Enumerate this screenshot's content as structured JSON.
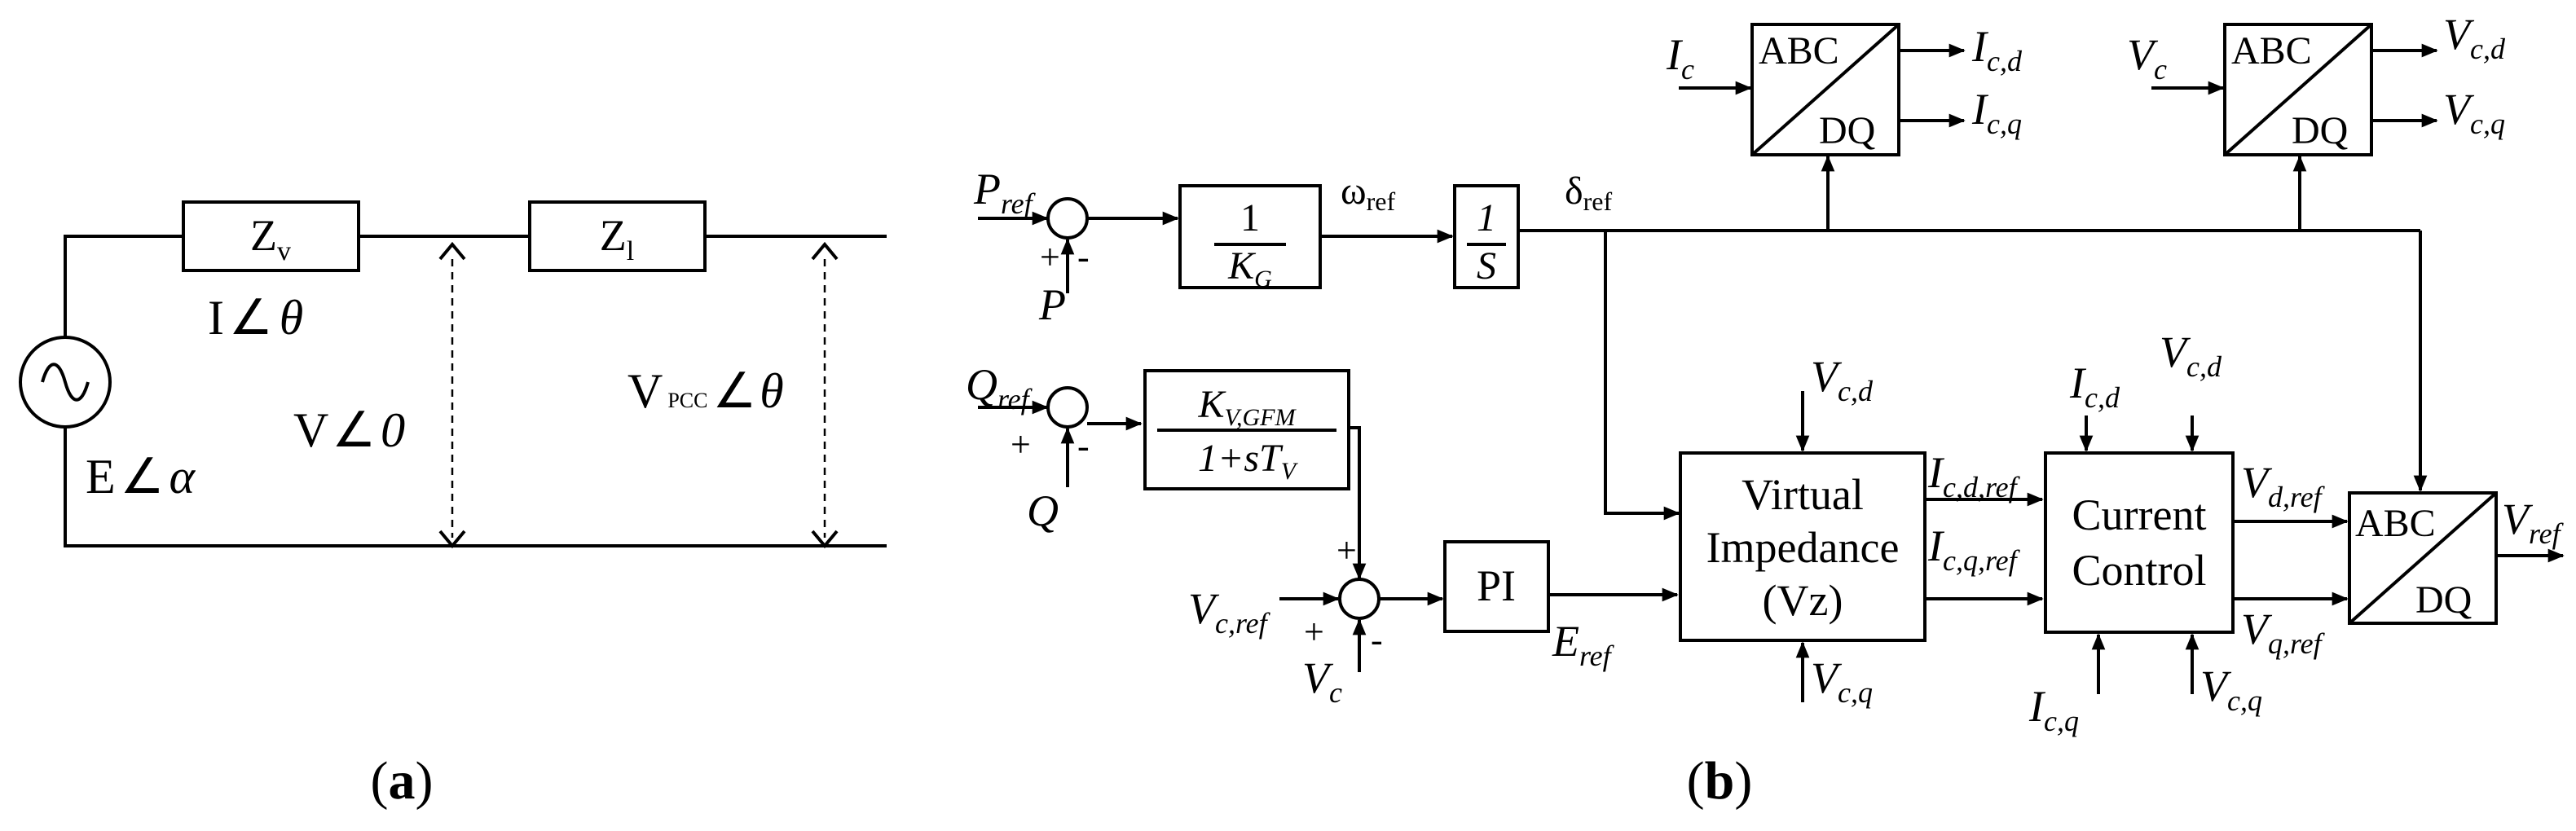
{
  "panel_a": {
    "zv": {
      "main": "Z",
      "sub": "v"
    },
    "zl": {
      "main": "Z",
      "sub": "l"
    },
    "current": {
      "main": "I",
      "angle": "θ"
    },
    "voltage": {
      "main": "V",
      "angle": "0"
    },
    "vpcc": {
      "main": "V",
      "sub": "PCC",
      "angle": "θ"
    },
    "source": {
      "main": "E",
      "angle": "α"
    },
    "angle_symbol": "∠"
  },
  "panel_b": {
    "p_ref": {
      "main": "P",
      "sub": "ref"
    },
    "p": "P",
    "q_ref": {
      "main": "Q",
      "sub": "ref"
    },
    "q": "Q",
    "plus": "+",
    "minus": "-",
    "kg_block": {
      "num": "1",
      "den": "K",
      "den_sub": "G"
    },
    "omega_ref": {
      "main": "ω",
      "sub": "ref"
    },
    "integrator": {
      "num": "1",
      "den": "S"
    },
    "delta_ref": {
      "main": "δ",
      "sub": "ref"
    },
    "kv_block": {
      "num": "K",
      "num_sub": "V,GFM",
      "den": "1+sT",
      "den_sub": "V"
    },
    "v_cref": {
      "main": "V",
      "sub": "c,ref"
    },
    "v_c": {
      "main": "V",
      "sub": "c"
    },
    "pi_block": "PI",
    "e_ref": {
      "main": "E",
      "sub": "ref"
    },
    "vz_block": {
      "line1": "Virtual",
      "line2": "Impedance",
      "line3": "(Vz)"
    },
    "vz_in_top": {
      "main": "V",
      "sub": "c,d"
    },
    "vz_in_bottom": {
      "main": "V",
      "sub": "c,q"
    },
    "i_cdref": {
      "main": "I",
      "sub": "c,d,ref"
    },
    "i_cqref": {
      "main": "I",
      "sub": "c,q,ref"
    },
    "cc_block": {
      "line1": "Current",
      "line2": "Control"
    },
    "cc_top_i": {
      "main": "I",
      "sub": "c,d"
    },
    "cc_top_v": {
      "main": "V",
      "sub": "c,d"
    },
    "cc_bot_i": {
      "main": "I",
      "sub": "c,q"
    },
    "cc_bot_v": {
      "main": "V",
      "sub": "c,q"
    },
    "v_dref": {
      "main": "V",
      "sub": "d,ref"
    },
    "v_qref": {
      "main": "V",
      "sub": "q,ref"
    },
    "abc_block": {
      "top": "ABC",
      "bottom": "DQ"
    },
    "v_ref_out": {
      "main": "V",
      "sub": "ref"
    },
    "i_c_in": {
      "main": "I",
      "sub": "c"
    },
    "i_cd_out": {
      "main": "I",
      "sub": "c,d"
    },
    "i_cq_out": {
      "main": "I",
      "sub": "c,q"
    },
    "v_c_in": {
      "main": "V",
      "sub": "c"
    },
    "v_cd_out": {
      "main": "V",
      "sub": "c,d"
    },
    "v_cq_out": {
      "main": "V",
      "sub": "c,q"
    }
  },
  "captions": {
    "a": {
      "open": "(",
      "letter": "a",
      "close": ")"
    },
    "b": {
      "open": "(",
      "letter": "b",
      "close": ")"
    }
  }
}
